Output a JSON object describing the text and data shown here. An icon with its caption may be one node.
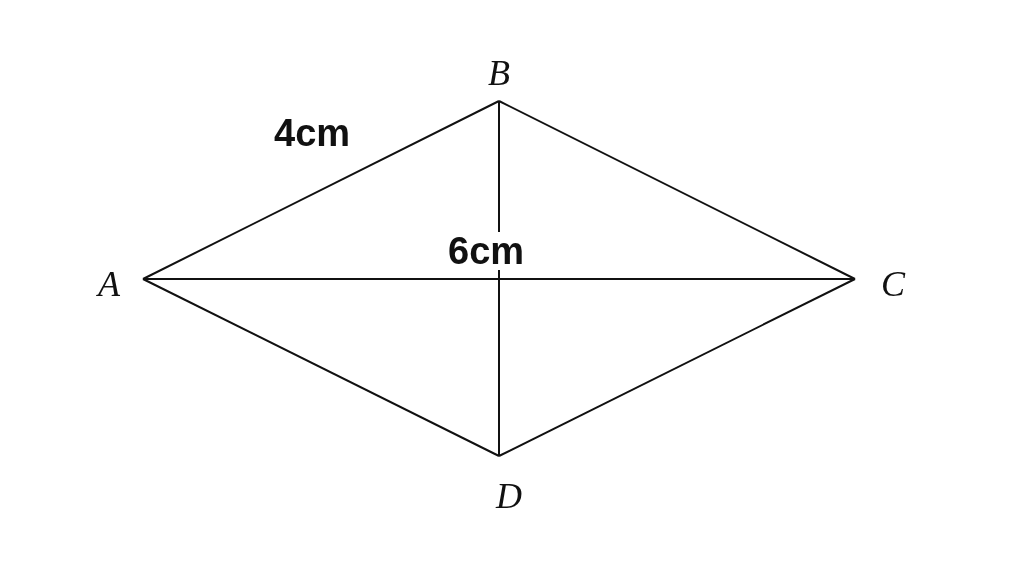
{
  "diagram": {
    "nodes": [
      {
        "text": [
          "A"
        ]
      },
      {
        "text": [
          "B"
        ]
      },
      {
        "text": [
          "C"
        ]
      },
      {
        "text": [
          "D"
        ]
      }
    ],
    "edges": [
      {
        "from": 0,
        "to": 1,
        "arrow": "none",
        "label": "4cm"
      },
      {
        "from": 1,
        "to": 2,
        "arrow": "none"
      },
      {
        "from": 2,
        "to": 3,
        "arrow": "none"
      },
      {
        "from": 3,
        "to": 0,
        "arrow": "none"
      },
      {
        "from": 0,
        "to": 2,
        "arrow": "none",
        "label": "6cm"
      },
      {
        "from": 1,
        "to": 3,
        "arrow": "none"
      }
    ]
  }
}
